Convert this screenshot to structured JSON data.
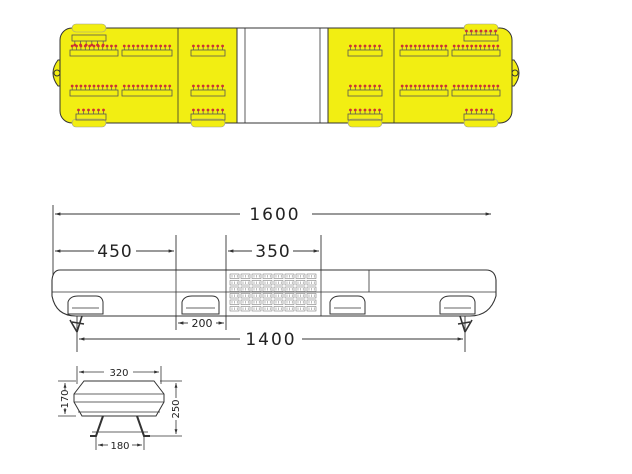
{
  "colors": {
    "led_yellow": "#f2ee12",
    "outline": "#333333",
    "module_line": "#555555",
    "led_red": "#cc3333",
    "clear_section": "#ffffff",
    "background": "#ffffff"
  },
  "top_view": {
    "sections": [
      "led-module",
      "led-module",
      "clear-center",
      "led-module",
      "led-module"
    ]
  },
  "front_view": {
    "total_length": "1600",
    "section_length": "450",
    "center_length": "350",
    "light_offset": "200",
    "bracket_span": "1400"
  },
  "side_view": {
    "top_width": "320",
    "body_height": "170",
    "total_height": "250",
    "base_width": "180"
  }
}
